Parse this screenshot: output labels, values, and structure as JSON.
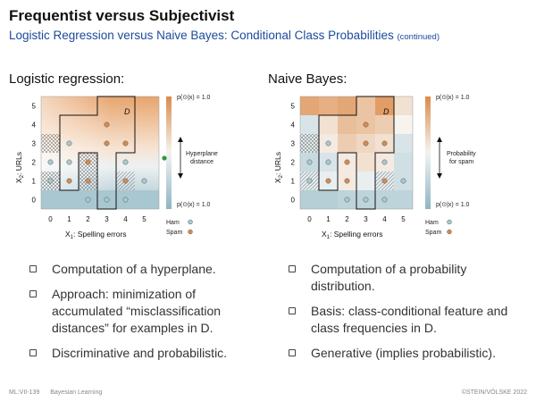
{
  "slide": {
    "title": "Frequentist versus Subjectivist",
    "subtitle": "Logistic Regression versus Naive Bayes: Conditional Class Probabilities",
    "subtitle_note": "(continued)"
  },
  "left": {
    "heading": "Logistic regression:",
    "region_label": "D",
    "bar_top": "p(⊙|x) = 1.0",
    "bar_bottom": "p(⊙|x) = 1.0",
    "bar_mid": [
      "Hyperplane",
      "distance"
    ],
    "bullets": [
      [
        "Computation of a hyperplane."
      ],
      [
        "Approach: minimization of",
        "accumulated “misclassification",
        "distances” for examples in D."
      ],
      [
        "Discriminative and probabilistic."
      ]
    ]
  },
  "right": {
    "heading": "Naive Bayes:",
    "region_label": "D",
    "bar_top": "p(⊙|x) = 1.0",
    "bar_bottom": "p(⊙|x) = 1.0",
    "bar_mid": [
      "Probability",
      "for spam"
    ],
    "bullets": [
      [
        "Computation of a probability",
        "distribution."
      ],
      [
        "Basis: class-conditional feature and",
        "class frequencies in D."
      ],
      [
        "Generative (implies probabilistic)."
      ]
    ]
  },
  "axes": {
    "x_ticks": [
      "0",
      "1",
      "2",
      "3",
      "4",
      "5"
    ],
    "y_ticks": [
      "0",
      "1",
      "2",
      "3",
      "4",
      "5"
    ],
    "xlabel": "X1: Spelling errors",
    "ylabel": "X2: URLs"
  },
  "legend": {
    "ham": "Ham",
    "spam": "Spam"
  },
  "colors": {
    "spam": "#d98b4b",
    "ham": "#a9cad3",
    "accent": "#1b4a9c",
    "green_marker": "#2e9a3a"
  },
  "footer": {
    "code": "ML:VII-139",
    "topic": "Bayesian Learning",
    "copyright": "©STEIN/VÖLSKE 2022"
  }
}
